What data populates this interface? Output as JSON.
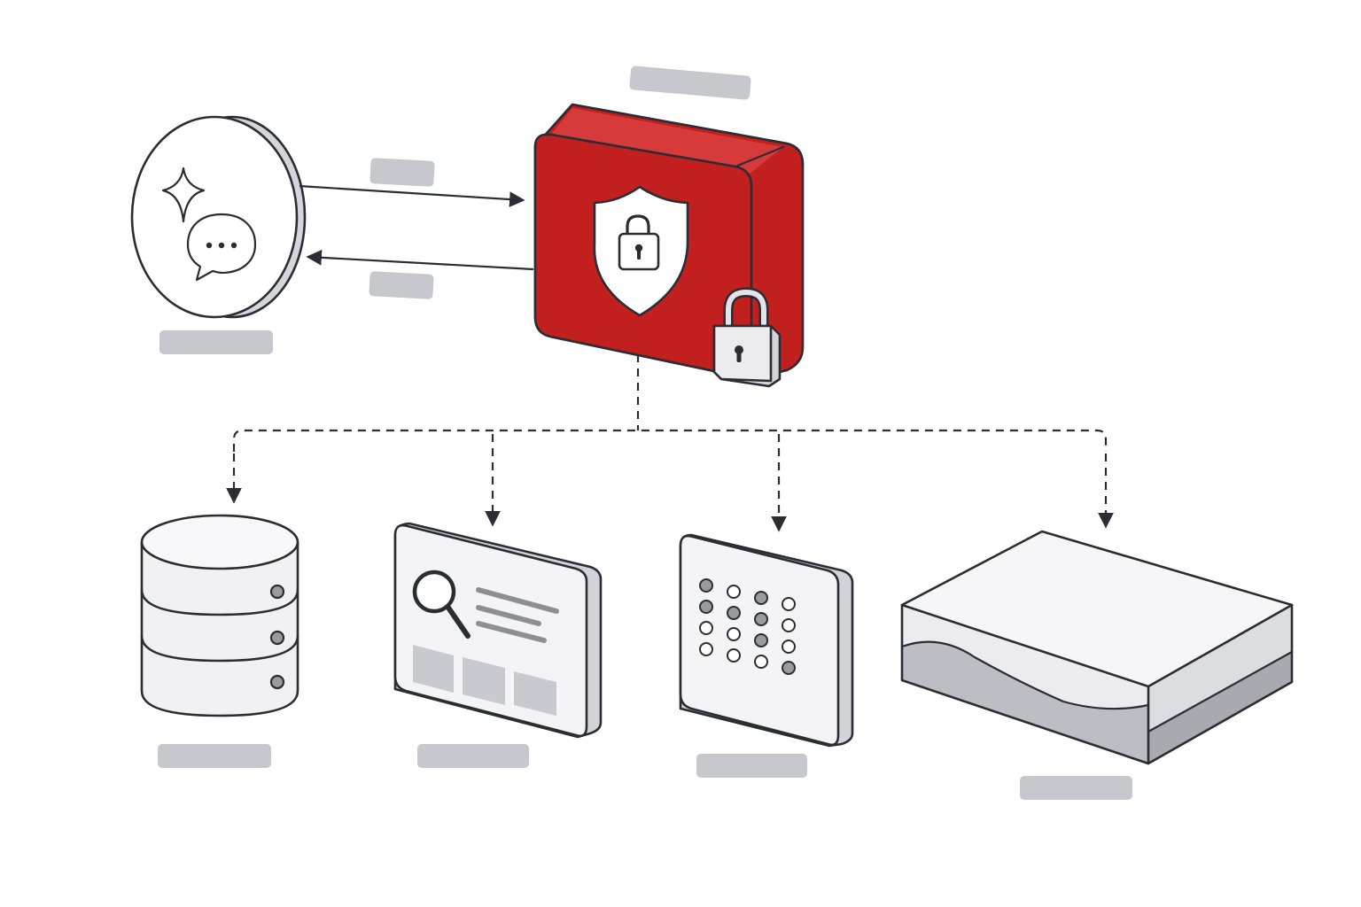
{
  "colors": {
    "gateway_red": "#c21f1f",
    "gateway_red_light": "#d63a3a",
    "outline": "#2b2d33",
    "label_placeholder": "#c7c8cd",
    "face_light": "#f4f4f6",
    "face_mid": "#e3e4e8",
    "face_dark": "#c9cacf"
  },
  "labels": {
    "gateway": "",
    "request_arrow": "",
    "response_arrow": "",
    "chat_assistant": "",
    "database": "",
    "search_panel": "",
    "grid_device": "",
    "storage_slab": ""
  },
  "icons": [
    "sparkle-icon",
    "chat-bubble-icon",
    "shield-lock-icon",
    "padlock-icon",
    "database-icon",
    "search-panel-icon",
    "dot-grid-icon",
    "storage-slab-icon"
  ],
  "dot_grid": [
    [
      1,
      0,
      1,
      0
    ],
    [
      1,
      1,
      1,
      0
    ],
    [
      0,
      0,
      1,
      0
    ],
    [
      0,
      0,
      0,
      1
    ]
  ]
}
